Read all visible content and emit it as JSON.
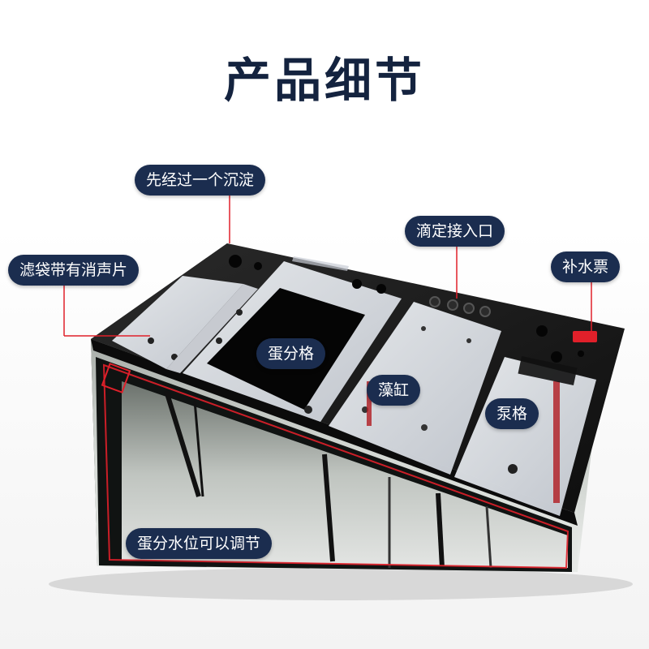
{
  "title": "产品细节",
  "labels": {
    "sediment": "先经过一个沉淀",
    "filter_bag": "滤袋带有消声片",
    "drip_inlet": "滴定接入口",
    "refill": "补水票",
    "skimmer": "蛋分格",
    "algae": "藻缸",
    "pump": "泵格",
    "skimmer_level": "蛋分水位可以调节"
  },
  "colors": {
    "title": "#14233f",
    "label_bg": "#1b2d4f",
    "label_text": "#ffffff",
    "leader_line": "#e0202a",
    "tank_frame": "#161616",
    "acrylic_panel": "#dfe3e8"
  }
}
